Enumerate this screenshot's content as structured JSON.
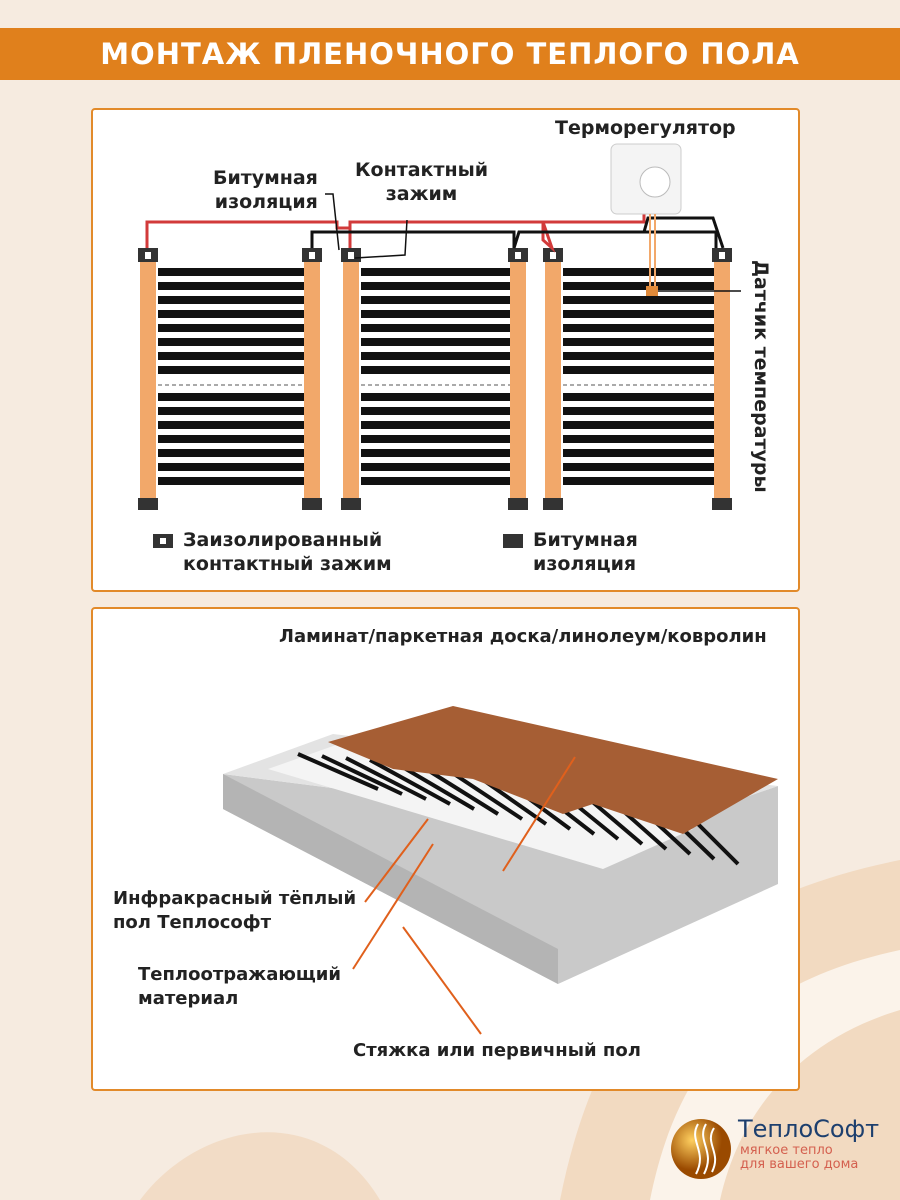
{
  "header": {
    "title": "МОНТАЖ ПЛЕНОЧНОГО ТЕПЛОГО ПОЛА"
  },
  "wiring": {
    "thermostat": "Терморегулятор",
    "bitumen_top_1": "Битумная",
    "bitumen_top_2": "изоляция",
    "clamp_1": "Контактный",
    "clamp_2": "зажим",
    "sensor": "Датчик температуры",
    "legend": [
      {
        "line1": "Заизолированный",
        "line2": "контактный зажим"
      },
      {
        "line1": "Битумная",
        "line2": "изоляция"
      }
    ]
  },
  "layers": {
    "top": "Ламинат/паркетная доска/линолеум/ковролин",
    "film_1": "Инфракрасный тёплый",
    "film_2": "пол Теплософт",
    "reflect_1": "Теплоотражающий",
    "reflect_2": "материал",
    "screed": "Стяжка или первичный пол"
  },
  "brand": {
    "name": "ТеплоСофт",
    "slogan_1": "мягкое тепло",
    "slogan_2": "для вашего дома"
  },
  "colors": {
    "accent": "#e0801c",
    "strip": "#f2a86a",
    "wire_red": "#d23a3a",
    "floor": "#a65e34"
  }
}
